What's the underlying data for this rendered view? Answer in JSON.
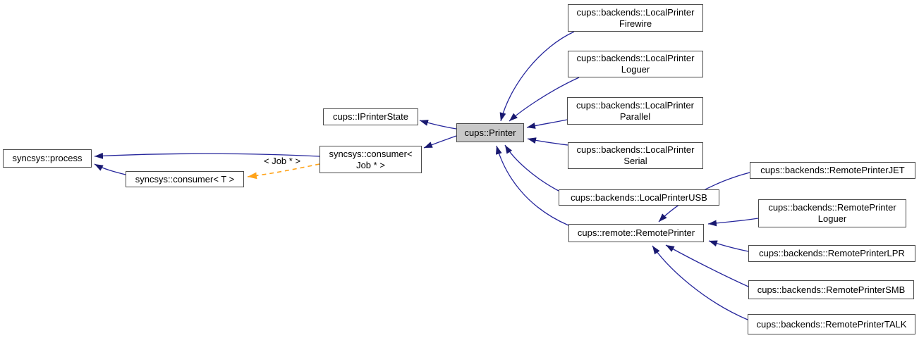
{
  "diagram": {
    "type": "class-inheritance-graph",
    "focus_node": "cups::Printer",
    "template_edge_label": "< Job * >",
    "colors": {
      "background": "#ffffff",
      "edge": "#26269c",
      "arrowhead": "#191970",
      "template_edge": "#ffa319",
      "node_fill": "#ffffff",
      "node_border": "#4a4a4a",
      "focus_fill": "#c8c8c8",
      "text": "#000000"
    },
    "nodes": [
      {
        "id": "process",
        "label": "syncsys::process"
      },
      {
        "id": "consumer-t",
        "label": "syncsys::consumer< T >"
      },
      {
        "id": "consumer-job",
        "label": "syncsys::consumer<\nJob * >"
      },
      {
        "id": "iprinterstate",
        "label": "cups::IPrinterState"
      },
      {
        "id": "printer",
        "label": "cups::Printer"
      },
      {
        "id": "localprinter-firewire",
        "label": "cups::backends::LocalPrinter\nFirewire"
      },
      {
        "id": "localprinter-loguer",
        "label": "cups::backends::LocalPrinter\nLoguer"
      },
      {
        "id": "localprinter-parallel",
        "label": "cups::backends::LocalPrinter\nParallel"
      },
      {
        "id": "localprinter-serial",
        "label": "cups::backends::LocalPrinter\nSerial"
      },
      {
        "id": "localprinter-usb",
        "label": "cups::backends::LocalPrinterUSB"
      },
      {
        "id": "remoteprinter",
        "label": "cups::remote::RemotePrinter"
      },
      {
        "id": "remoteprinter-jet",
        "label": "cups::backends::RemotePrinterJET"
      },
      {
        "id": "remoteprinter-loguer",
        "label": "cups::backends::RemotePrinter\nLoguer"
      },
      {
        "id": "remoteprinter-lpr",
        "label": "cups::backends::RemotePrinterLPR"
      },
      {
        "id": "remoteprinter-smb",
        "label": "cups::backends::RemotePrinterSMB"
      },
      {
        "id": "remoteprinter-talk",
        "label": "cups::backends::RemotePrinterTALK"
      }
    ],
    "edges": [
      {
        "from": "printer",
        "to": "iprinterstate",
        "kind": "inheritance"
      },
      {
        "from": "printer",
        "to": "consumer-job",
        "kind": "inheritance"
      },
      {
        "from": "consumer-job",
        "to": "process",
        "kind": "inheritance"
      },
      {
        "from": "consumer-t",
        "to": "process",
        "kind": "inheritance"
      },
      {
        "from": "localprinter-firewire",
        "to": "printer",
        "kind": "inheritance"
      },
      {
        "from": "localprinter-loguer",
        "to": "printer",
        "kind": "inheritance"
      },
      {
        "from": "localprinter-parallel",
        "to": "printer",
        "kind": "inheritance"
      },
      {
        "from": "localprinter-serial",
        "to": "printer",
        "kind": "inheritance"
      },
      {
        "from": "localprinter-usb",
        "to": "printer",
        "kind": "inheritance"
      },
      {
        "from": "remoteprinter",
        "to": "printer",
        "kind": "inheritance"
      },
      {
        "from": "remoteprinter-jet",
        "to": "remoteprinter",
        "kind": "inheritance"
      },
      {
        "from": "remoteprinter-loguer",
        "to": "remoteprinter",
        "kind": "inheritance"
      },
      {
        "from": "remoteprinter-lpr",
        "to": "remoteprinter",
        "kind": "inheritance"
      },
      {
        "from": "remoteprinter-smb",
        "to": "remoteprinter",
        "kind": "inheritance"
      },
      {
        "from": "remoteprinter-talk",
        "to": "remoteprinter",
        "kind": "inheritance"
      },
      {
        "from": "consumer-job",
        "to": "consumer-t",
        "kind": "template-instantiation",
        "label": "< Job * >"
      }
    ]
  }
}
